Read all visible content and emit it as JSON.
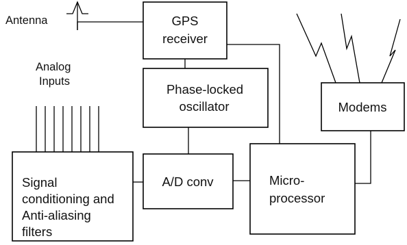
{
  "diagram": {
    "antenna_label": "Antenna",
    "analog_inputs_line1": "Analog",
    "analog_inputs_line2": "Inputs",
    "gps_line1": "GPS",
    "gps_line2": "receiver",
    "pll_line1": "Phase-locked",
    "pll_line2": "oscillator",
    "modems_label": "Modems",
    "adc_label": "A/D conv",
    "micro_line1": "Micro-",
    "micro_line2": "processor",
    "signal_line1": "Signal",
    "signal_line2": "conditioning and",
    "signal_line3": "Anti-aliasing",
    "signal_line4": "filters"
  },
  "colors": {
    "stroke": "#000000",
    "background": "#ffffff",
    "text": "#111111"
  }
}
